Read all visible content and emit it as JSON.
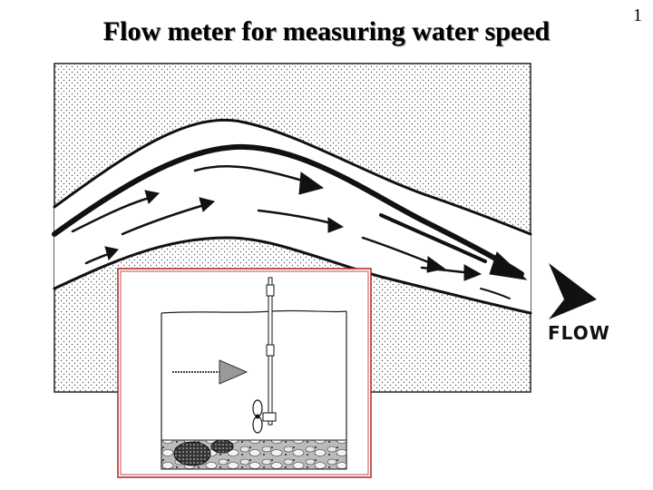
{
  "slide": {
    "page_number": "1",
    "title": "Flow meter for measuring water speed"
  },
  "diagram": {
    "flow_label": "FLOW",
    "inset_border_color": "#b22222",
    "background_pattern": "stippled-dots"
  }
}
